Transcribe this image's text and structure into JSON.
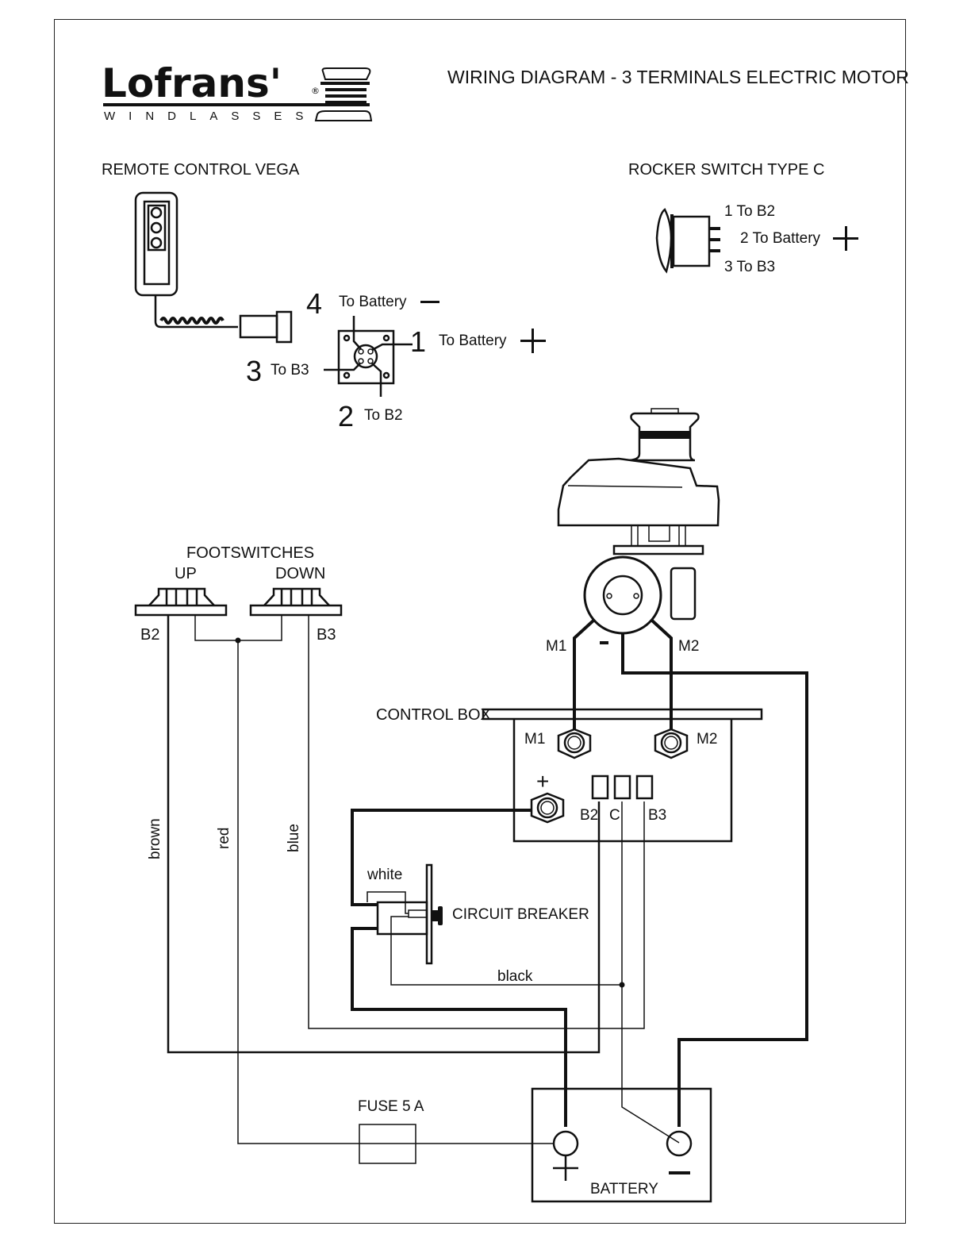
{
  "header": {
    "logo_text": "Lofrans'",
    "logo_registered": "®",
    "logo_subtitle": "WINDLASSES",
    "title": "WIRING DIAGRAM - 3 TERMINALS  ELECTRIC  MOTOR"
  },
  "remote_control": {
    "title": "REMOTE CONTROL VEGA",
    "pins": [
      {
        "number": "4",
        "label": "To Battery",
        "sign": "—"
      },
      {
        "number": "1",
        "label": "To Battery",
        "sign": "+"
      },
      {
        "number": "3",
        "label": "To B3"
      },
      {
        "number": "2",
        "label": "To B2"
      }
    ]
  },
  "rocker_switch": {
    "title": "ROCKER SWITCH TYPE C",
    "pins": [
      {
        "label": "1 To B2"
      },
      {
        "label": "2 To Battery",
        "sign": "+"
      },
      {
        "label": "3 To B3"
      }
    ]
  },
  "footswitches": {
    "title": "FOOTSWITCHES",
    "up_label": "UP",
    "down_label": "DOWN",
    "b2_label": "B2",
    "b3_label": "B3"
  },
  "motor": {
    "m1_label": "M1",
    "m2_label": "M2",
    "negative_sign": "-"
  },
  "control_box": {
    "title": "CONTROL BOX",
    "m1_label": "M1",
    "m2_label": "M2",
    "plus_sign": "+",
    "terminals": [
      "B2",
      "C",
      "B3"
    ]
  },
  "wires": {
    "brown": "brown",
    "red": "red",
    "blue": "blue",
    "white": "white",
    "black": "black"
  },
  "circuit_breaker": {
    "label": "CIRCUIT BREAKER"
  },
  "fuse": {
    "label": "FUSE 5 A"
  },
  "battery": {
    "label": "BATTERY",
    "positive_sign": "+",
    "negative_sign": "—"
  }
}
